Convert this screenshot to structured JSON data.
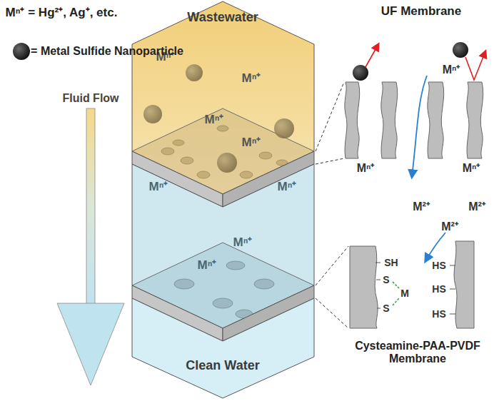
{
  "diagram": {
    "nodes": [
      {
        "text": [
          "Wastewater",
          "Mⁿ⁺",
          "Mⁿ⁺",
          "Mⁿ⁺",
          "Mⁿ⁺"
        ]
      },
      {
        "text": [
          "Mⁿ⁺",
          "Mⁿ⁺",
          "Mⁿ⁺",
          "Mⁿ⁺"
        ]
      },
      {
        "text": [
          "Clean Water"
        ]
      },
      {
        "text": [
          "UF Membrane",
          "Mⁿ⁺",
          "Mⁿ⁺",
          "Mⁿ⁺"
        ]
      },
      {
        "text": [
          "M²⁺",
          "M²⁺",
          "M²⁺",
          "SH",
          "S",
          "M",
          "S",
          "HS",
          "HS",
          "HS",
          "Cysteamine-PAA-PVDF Membrane"
        ]
      }
    ],
    "labels": [
      "Mⁿ⁺ = Hg²⁺, Ag⁺, etc.",
      "Fluid Flow"
    ],
    "legend": [
      {
        "text": "= Metal Sulfide Nanoparticle"
      }
    ]
  }
}
